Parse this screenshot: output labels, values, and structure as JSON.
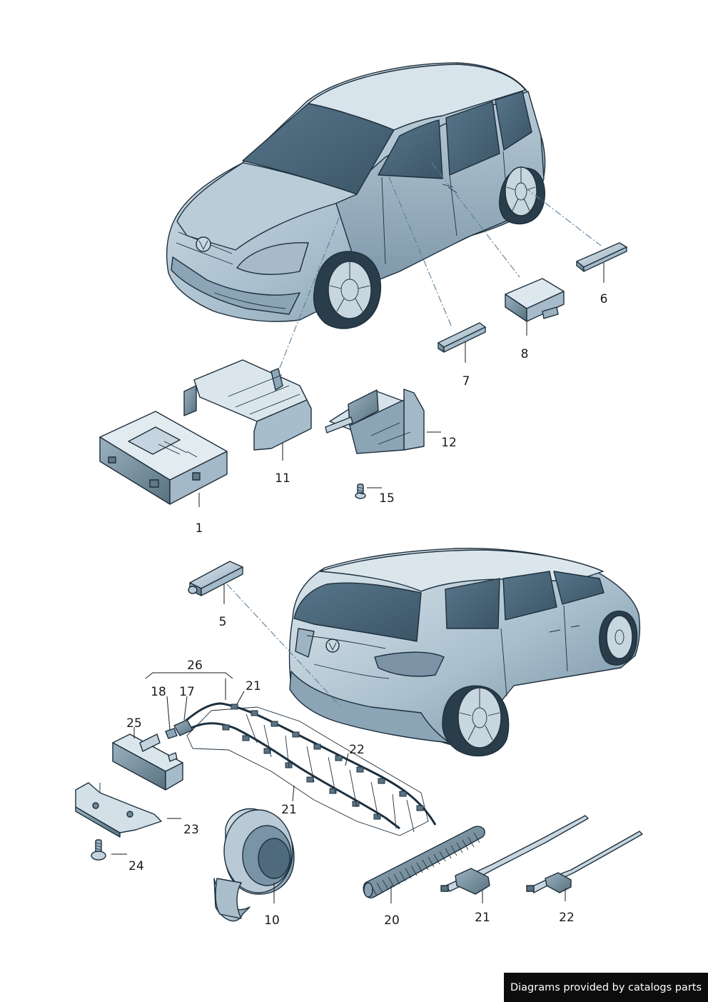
{
  "parts": [
    {
      "id": "p6",
      "number": "6"
    },
    {
      "id": "p8",
      "number": "8"
    },
    {
      "id": "p7",
      "number": "7"
    },
    {
      "id": "p11",
      "number": "11"
    },
    {
      "id": "p12",
      "number": "12"
    },
    {
      "id": "p15",
      "number": "15"
    },
    {
      "id": "p1",
      "number": "1"
    },
    {
      "id": "p5",
      "number": "5"
    },
    {
      "id": "p26",
      "number": "26"
    },
    {
      "id": "p18",
      "number": "18"
    },
    {
      "id": "p17",
      "number": "17"
    },
    {
      "id": "p21a",
      "number": "21"
    },
    {
      "id": "p25",
      "number": "25"
    },
    {
      "id": "p22a",
      "number": "22"
    },
    {
      "id": "p21b",
      "number": "21"
    },
    {
      "id": "p23",
      "number": "23"
    },
    {
      "id": "p24",
      "number": "24"
    },
    {
      "id": "p10",
      "number": "10"
    },
    {
      "id": "p20",
      "number": "20"
    },
    {
      "id": "p21c",
      "number": "21"
    },
    {
      "id": "p22b",
      "number": "22"
    }
  ],
  "credit": "Diagrams provided by catalogs parts",
  "colors": {
    "body_light": "#cfdde6",
    "body_mid": "#9fb6c5",
    "body_dark": "#6c879a",
    "glass": "#4a6577",
    "outline": "#1d2f3d",
    "leader_dash": "#5f7f9a"
  }
}
